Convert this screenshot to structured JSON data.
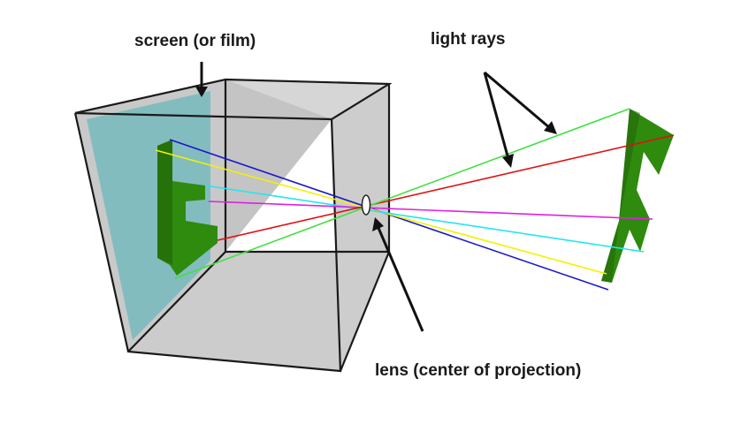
{
  "diagram": {
    "labels": {
      "screen": "screen (or film)",
      "light_rays": "light rays",
      "lens": "lens (center of projection)"
    },
    "colors": {
      "box_face": "#cfcfcf",
      "box_edge": "#1a1a1a",
      "screen": "#7fbcbf",
      "letter": "#2e8b0e",
      "letter_dark": "#1f5f08",
      "ray_blue": "#1a1acc",
      "ray_yellow": "#f2f200",
      "ray_cyan": "#22e6f0",
      "ray_magenta": "#e020e0",
      "ray_red": "#e01010",
      "ray_green": "#40e040",
      "arrow": "#111111"
    }
  }
}
